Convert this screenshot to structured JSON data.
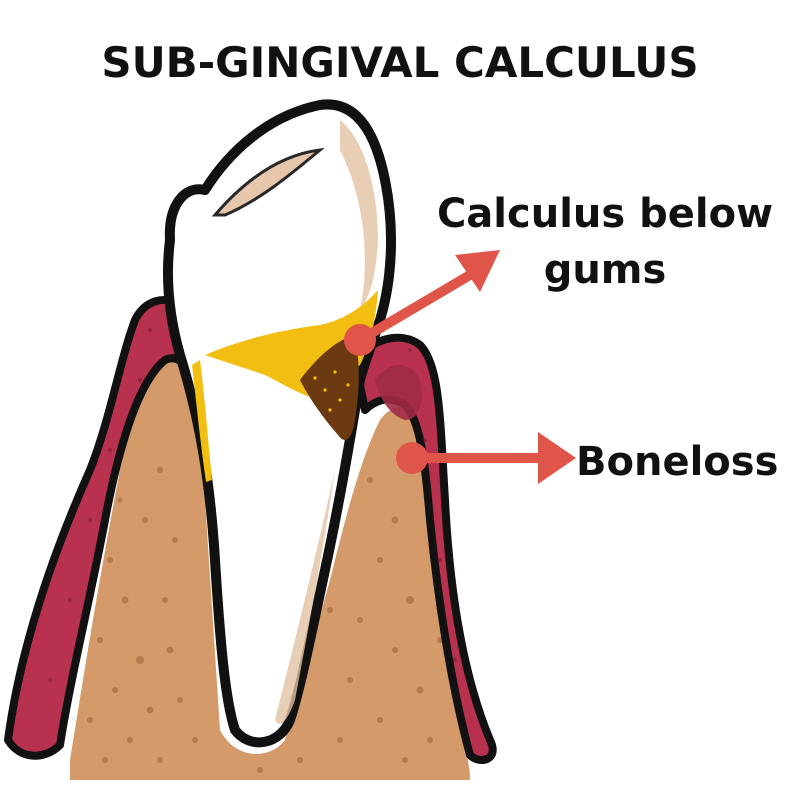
{
  "title": "SUB-GINGIVAL CALCULUS",
  "labels": {
    "calculus_line1": "Calculus below",
    "calculus_line2": "gums",
    "boneloss": "Boneloss"
  },
  "colors": {
    "gum": "#b8324f",
    "gum_light": "#d9566f",
    "bone": "#d49a6a",
    "bone_dots": "#b57a4c",
    "tooth": "#ffffff",
    "tooth_shade": "#e4c2a4",
    "plaque": "#f3be12",
    "calculus": "#6b3a10",
    "arrow": "#e0554a",
    "outline": "#111111"
  }
}
